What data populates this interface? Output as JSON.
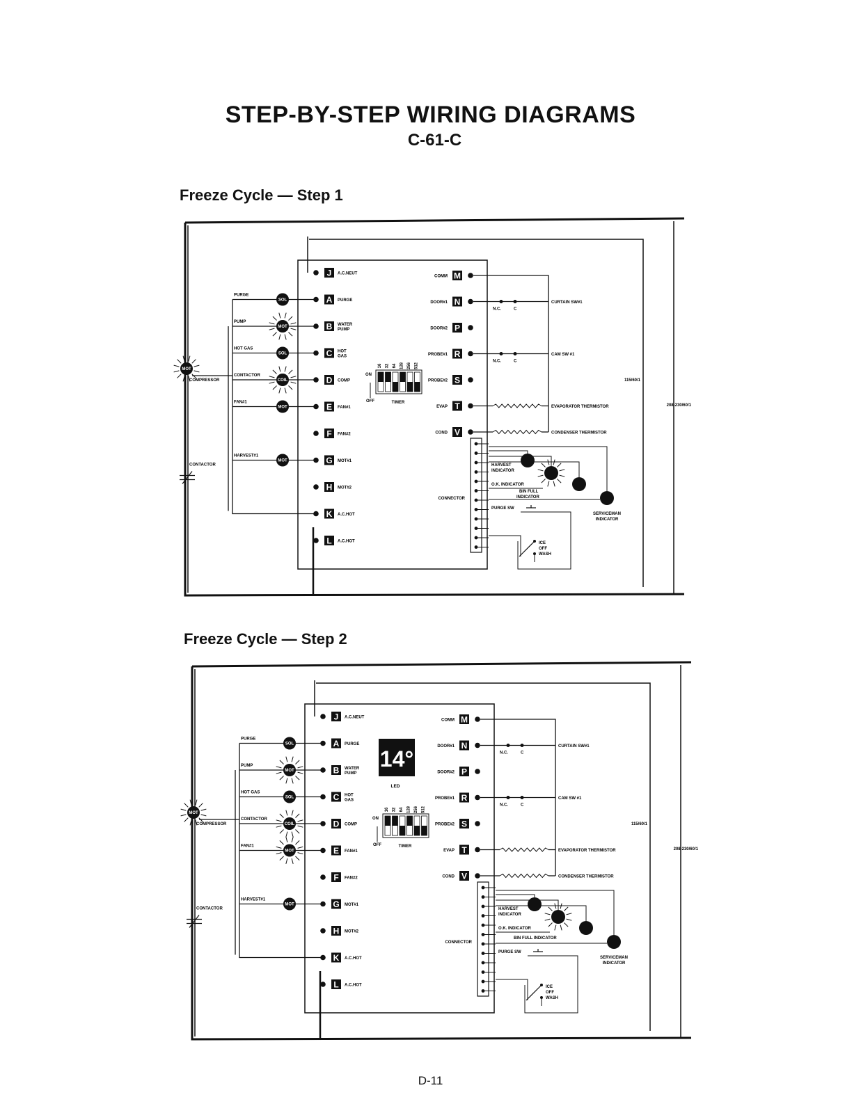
{
  "header": {
    "title": "STEP-BY-STEP WIRING DIAGRAMS",
    "model": "C-61-C"
  },
  "footer": {
    "page": "D-11"
  },
  "left_terminals": [
    {
      "letter": "J",
      "label": "A.C.NEUT"
    },
    {
      "letter": "A",
      "label": "PURGE"
    },
    {
      "letter": "B",
      "label": "WATER PUMP"
    },
    {
      "letter": "C",
      "label": "HOT GAS"
    },
    {
      "letter": "D",
      "label": "COMP"
    },
    {
      "letter": "E",
      "label": "FAN#1"
    },
    {
      "letter": "F",
      "label": "FAN#2"
    },
    {
      "letter": "G",
      "label": "MOT#1"
    },
    {
      "letter": "H",
      "label": "MOT#2"
    },
    {
      "letter": "K",
      "label": "A.C.HOT"
    },
    {
      "letter": "L",
      "label": "A.C.HOT"
    }
  ],
  "right_terminals": [
    {
      "letter": "M",
      "label": "COMM"
    },
    {
      "letter": "N",
      "label": "DOOR#1"
    },
    {
      "letter": "P",
      "label": "DOOR#2"
    },
    {
      "letter": "R",
      "label": "PROBE#1"
    },
    {
      "letter": "S",
      "label": "PROBE#2"
    },
    {
      "letter": "T",
      "label": "EVAP"
    },
    {
      "letter": "V",
      "label": "COND"
    }
  ],
  "loads": [
    {
      "label": "PURGE",
      "symbol": "SOL"
    },
    {
      "label": "PUMP",
      "symbol": "MOT"
    },
    {
      "label": "HOT GAS",
      "symbol": "SOL"
    },
    {
      "label": "CONTACTOR",
      "symbol": "COIL"
    },
    {
      "label": "FAN#1",
      "symbol": "MOT"
    },
    {
      "label": "HARVEST#1",
      "symbol": "MOT"
    }
  ],
  "compressor": {
    "label": "COMPRESSOR",
    "symbol": "MOT"
  },
  "contactor_label": "CONTACTOR",
  "timer": {
    "label": "TIMER",
    "on": "ON",
    "off": "OFF",
    "values": [
      "16",
      "32",
      "64",
      "128",
      "256",
      "512"
    ]
  },
  "right_labels": {
    "curtain": "CURTAIN SW#1",
    "cam": "CAM SW #1",
    "nc": "N.C.",
    "c": "C",
    "evap_therm": "EVAPORATOR THERMISTOR",
    "cond_therm": "CONDENSER THERMISTOR",
    "volt1": "115/60/1",
    "volt2": "208-230/60/1",
    "connector": "CONNECTOR",
    "harvest_ind_1": "HARVEST",
    "harvest_ind_2": "INDICATOR",
    "ok_ind": "O.K. INDICATOR",
    "bin_full_1": "BIN FULL",
    "bin_full_2": "INDICATOR",
    "bin_full_single": "BIN FULL INDICATOR",
    "purge_sw": "PURGE SW",
    "serviceman_1": "SERVICEMAN",
    "serviceman_2": "INDICATOR",
    "ice": "ICE",
    "off": "OFF",
    "wash": "WASH"
  },
  "steps": [
    {
      "title": "Freeze Cycle — Step 1",
      "active_loads": [
        "PUMP",
        "CONTACTOR"
      ],
      "led": null
    },
    {
      "title": "Freeze Cycle — Step 2",
      "active_loads": [
        "PUMP",
        "CONTACTOR",
        "FAN#1"
      ],
      "led": {
        "value": "14°",
        "label": "LED"
      }
    }
  ]
}
